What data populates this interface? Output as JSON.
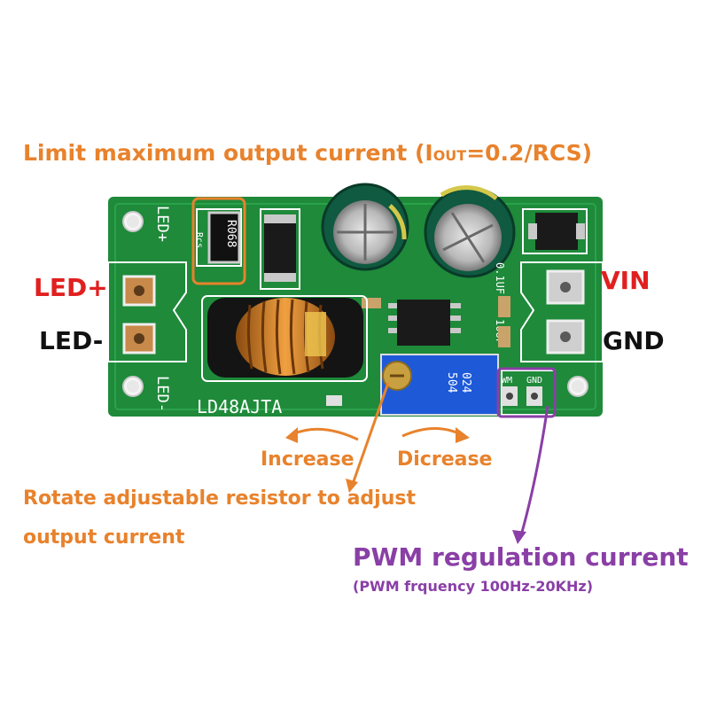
{
  "annotations": {
    "limit_prefix": "Limit maximum output current (",
    "limit_i": "I",
    "limit_out": "OUT",
    "limit_suffix": "=0.2/RCS)",
    "led_plus": "LED+",
    "led_minus": "LED-",
    "vin": "VIN",
    "gnd": "GND",
    "increase": "Increase",
    "dicrease": "Dicrease",
    "rotate_line1": "Rotate adjustable resistor to adjust",
    "rotate_line2": "output current",
    "pwm_title": "PWM regulation current",
    "pwm_freq": "(PWM frquency 100Hz-20KHz)"
  },
  "board": {
    "model": "LD48AJTA",
    "silk_led_plus": "LED+",
    "silk_led_minus": "LED-",
    "rcs": "Rcs",
    "resistor_code": "R068",
    "cap_text": "10UF",
    "cap_text2": "0.1UF",
    "pot_code_1": "504",
    "pot_code_2": "024",
    "pwm_pad": "WM",
    "gnd_pad": "GND"
  },
  "colors": {
    "annotation_orange": "#e8822c",
    "led_plus_red": "#e02020",
    "pwm_purple": "#8a3fa6",
    "pcb_green": "#1e8a3a"
  }
}
